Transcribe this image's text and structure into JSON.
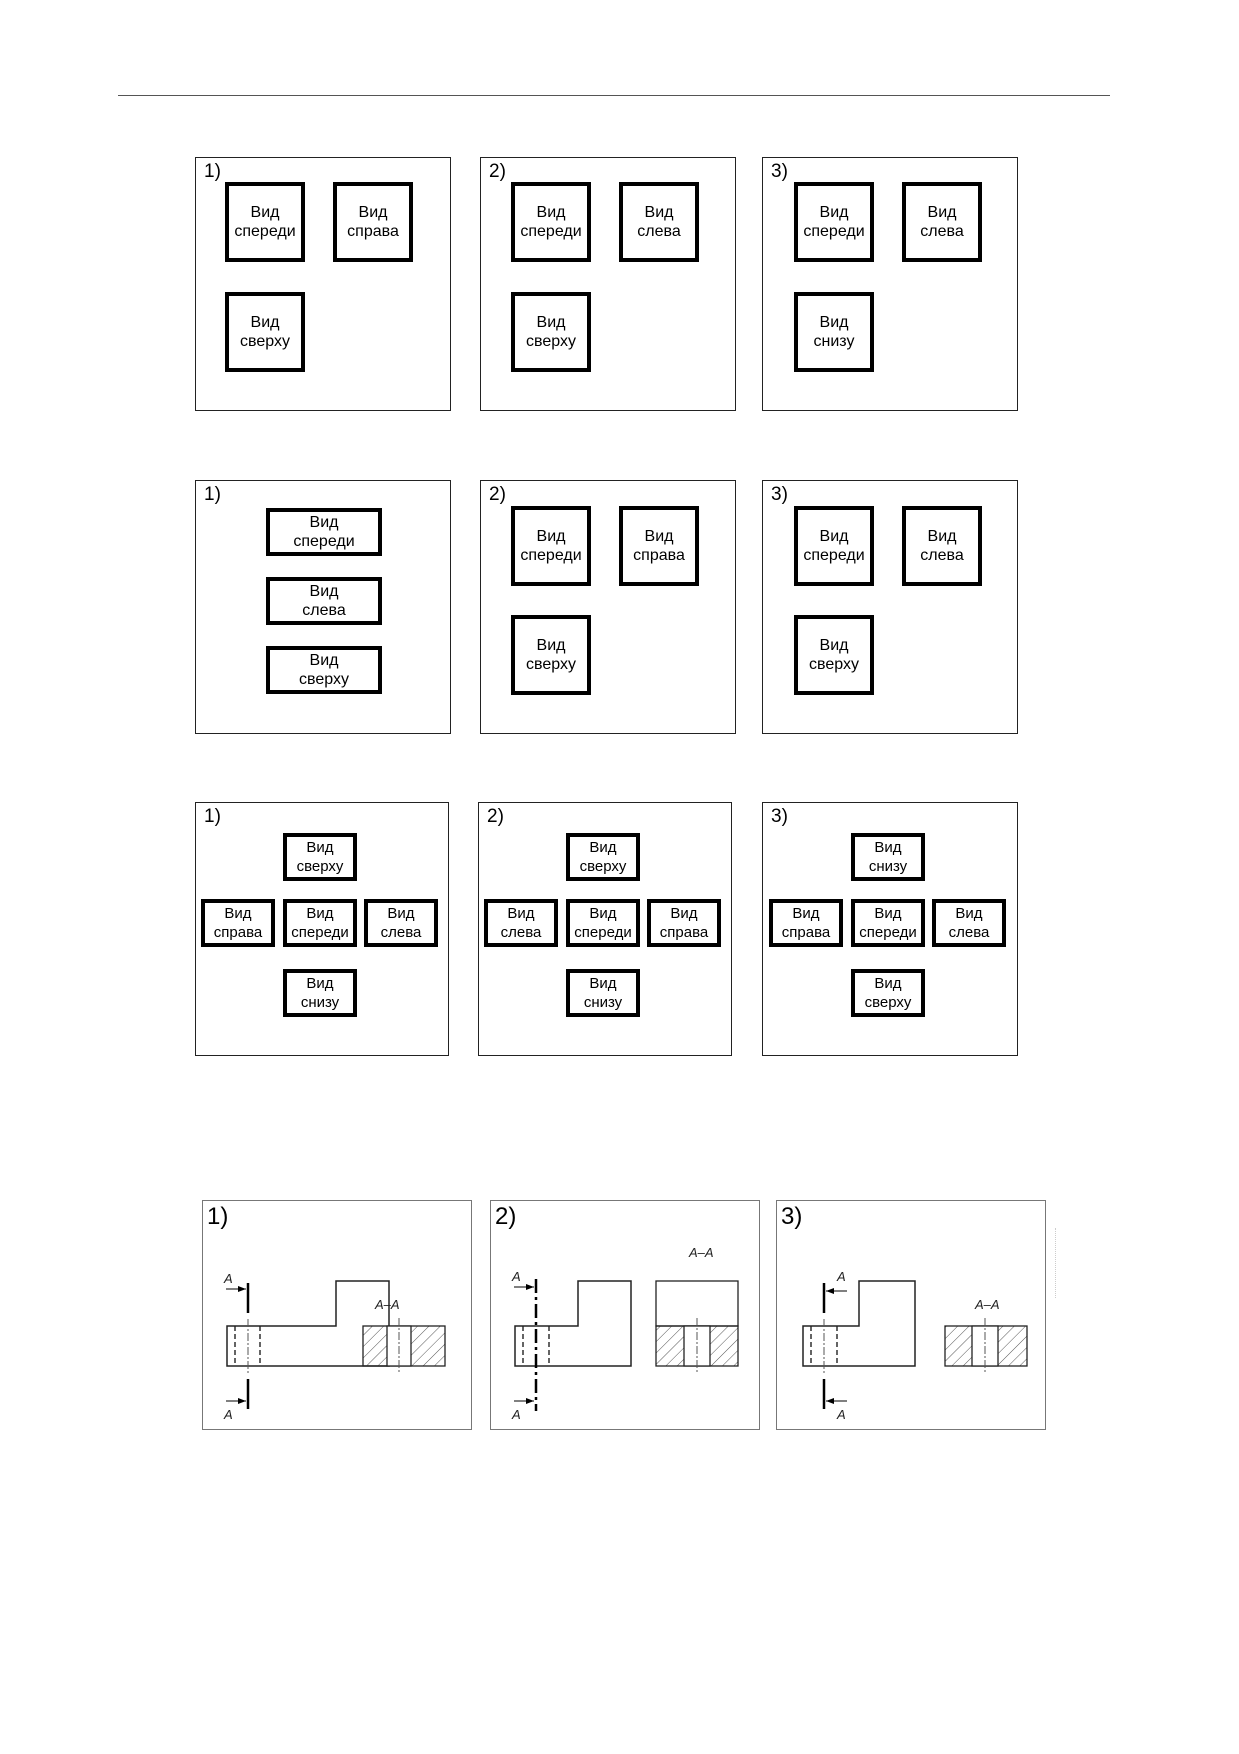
{
  "views": {
    "vid": "Вид",
    "speredi": "спереди",
    "sprava": "справа",
    "sleva": "слева",
    "sverhu": "сверху",
    "snizu": "снизу"
  },
  "numbers": [
    "1)",
    "2)",
    "3)"
  ],
  "section": {
    "label": "A–A",
    "arrow_letter": "A"
  },
  "colors": {
    "frame": "#222222",
    "box": "#000000",
    "hatch": "#555555"
  }
}
